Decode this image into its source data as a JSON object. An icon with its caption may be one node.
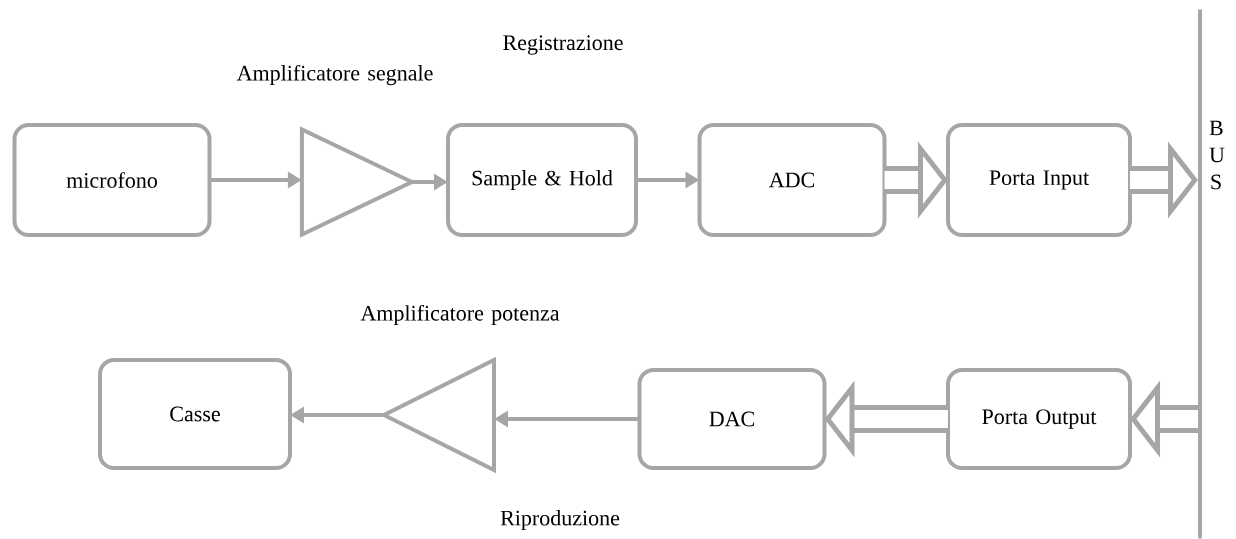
{
  "diagram": {
    "nodes": [
      {
        "text": [
          "microfono"
        ]
      },
      {
        "text": [],
        "shape": "triangle",
        "beside": [
          "Amplificatore segnale"
        ]
      },
      {
        "text": [
          "Sample & Hold"
        ]
      },
      {
        "text": [
          "ADC"
        ]
      },
      {
        "text": [
          "Porta Input"
        ]
      },
      {
        "text": [
          "B U S"
        ]
      },
      {
        "text": [
          "Porta Output"
        ]
      },
      {
        "text": [
          "DAC"
        ]
      },
      {
        "text": [],
        "shape": "triangle",
        "beside": [
          "Amplificatore potenza"
        ]
      },
      {
        "text": [
          "Casse"
        ]
      }
    ],
    "edges": [
      {
        "from": 0,
        "to": 1,
        "arrow": "to"
      },
      {
        "from": 1,
        "to": 2,
        "arrow": "to"
      },
      {
        "from": 2,
        "to": 3,
        "arrow": "to"
      },
      {
        "from": 3,
        "to": 4,
        "arrow": "to",
        "style": "thick"
      },
      {
        "from": 4,
        "to": 5,
        "arrow": "to",
        "style": "thick"
      },
      {
        "from": 5,
        "to": 6,
        "arrow": "to",
        "style": "thick"
      },
      {
        "from": 6,
        "to": 7,
        "arrow": "to",
        "style": "thick"
      },
      {
        "from": 7,
        "to": 8,
        "arrow": "to"
      },
      {
        "from": 8,
        "to": 9,
        "arrow": "to"
      }
    ],
    "labels": [
      "Registrazione",
      "Riproduzione"
    ]
  }
}
